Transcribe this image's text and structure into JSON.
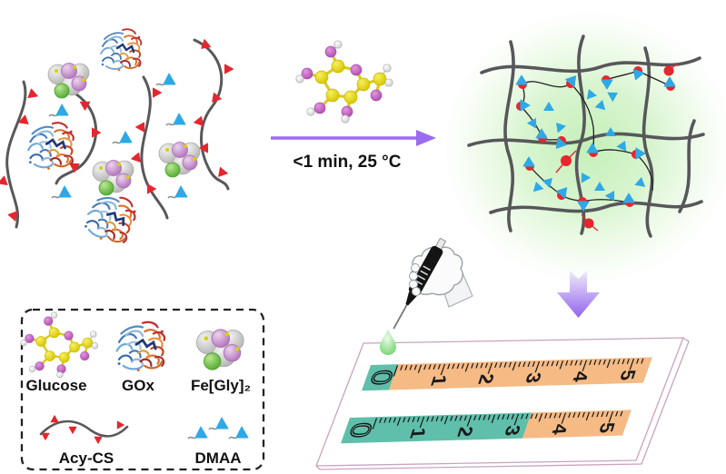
{
  "reaction": {
    "condition": "<1 min, 25 °C"
  },
  "legend": {
    "glucose_label": "Glucose",
    "gox_label": "GOx",
    "fegly_label": "Fe[Gly]₂",
    "acycs_label": "Acy-CS",
    "dmaa_label": "DMAA"
  },
  "rulers": [
    {
      "numbers": [
        "0",
        "1",
        "2",
        "3",
        "4",
        "5"
      ]
    },
    {
      "numbers": [
        "0",
        "1",
        "2",
        "3",
        "4",
        "5"
      ]
    }
  ],
  "colors": {
    "marker_red": "#E8252D",
    "monomer_blue": "#2EA9E5",
    "arrow_purple": "#9B6CF0",
    "glow_green": "#CDF2C4",
    "ruler_teal": "#5FBFAA",
    "ruler_orange": "#F6BA85",
    "plate_edge_pink": "#C9A2C2",
    "chain_gray": "#58585A"
  }
}
